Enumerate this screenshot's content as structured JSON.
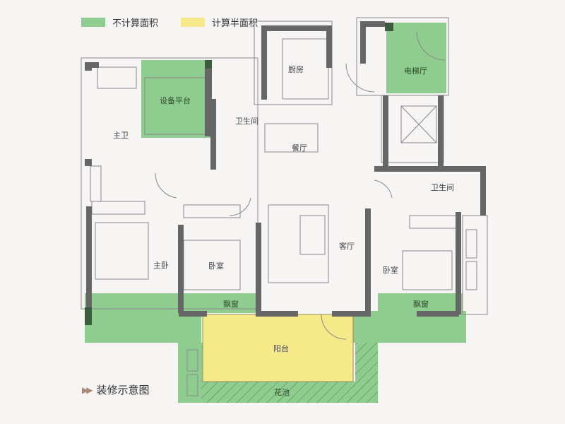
{
  "legend": {
    "items": [
      {
        "label": "不计算面积",
        "color": "#8fcc8f"
      },
      {
        "label": "计算半面积",
        "color": "#f5e98a"
      }
    ]
  },
  "rooms": {
    "kitchen": "厨房",
    "elevator_hall": "电梯厅",
    "equipment_platform": "设备平台",
    "master_bath": "主卫",
    "bathroom_1": "卫生间",
    "dining": "餐厅",
    "bathroom_2": "卫生间",
    "master_bedroom": "主卧",
    "bedroom_1": "卧室",
    "living_room": "客厅",
    "bedroom_2": "卧室",
    "bay_window_1": "飘窗",
    "bay_window_2": "飘窗",
    "balcony": "阳台",
    "planter": "花池"
  },
  "caption": {
    "icon": "double-arrow-icon",
    "text": "装修示意图"
  },
  "colors": {
    "wall": "#666666",
    "green_area": "#8fcc8f",
    "yellow_area": "#f5e98a",
    "background": "#f7f5f4"
  }
}
